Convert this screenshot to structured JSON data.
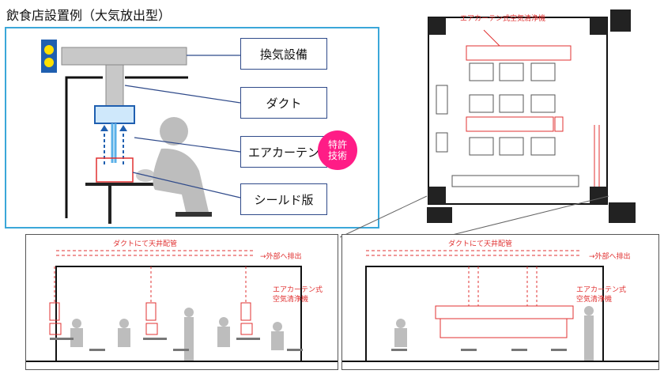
{
  "title": "飲食店設置例（大気放出型）",
  "labels": {
    "kanki": "換気設備",
    "duct": "ダクト",
    "aircurtain": "エアカーテン",
    "shield": "シールド版"
  },
  "badge": {
    "line1": "特許",
    "line2": "技術"
  },
  "plan": {
    "title": "エアカーテン式空気清浄機"
  },
  "section_left": {
    "duct_note": "ダクトにて天井配管",
    "exhaust": "→外部へ排出",
    "unit": "エアカーテン式",
    "unit2": "空気清浄機"
  },
  "section_right": {
    "duct_note": "ダクトにて天井配管",
    "exhaust": "→外部へ排出",
    "unit": "エアカーテン式",
    "unit2": "空気清浄機"
  }
}
